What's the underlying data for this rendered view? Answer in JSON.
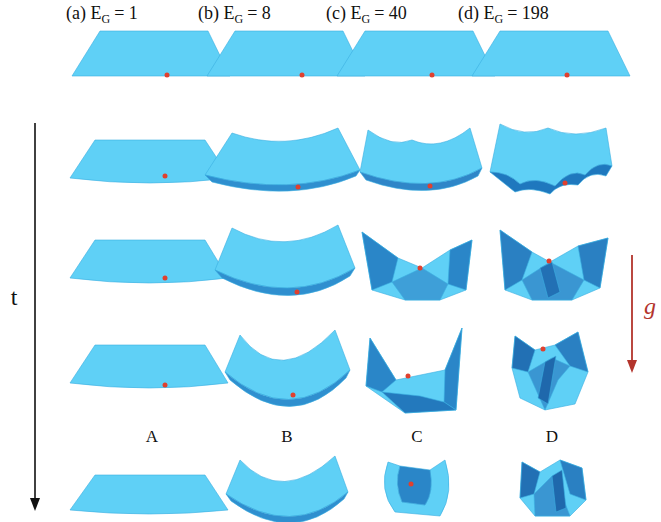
{
  "diagram": {
    "labels": [
      "(a) E",
      "G",
      "= 1",
      "(b) E",
      "G",
      "= 8",
      "(c) E",
      "G",
      "= 40",
      "(d) E",
      "G",
      "= 198",
      "t",
      "g",
      "A",
      "B",
      "C",
      "D"
    ]
  }
}
